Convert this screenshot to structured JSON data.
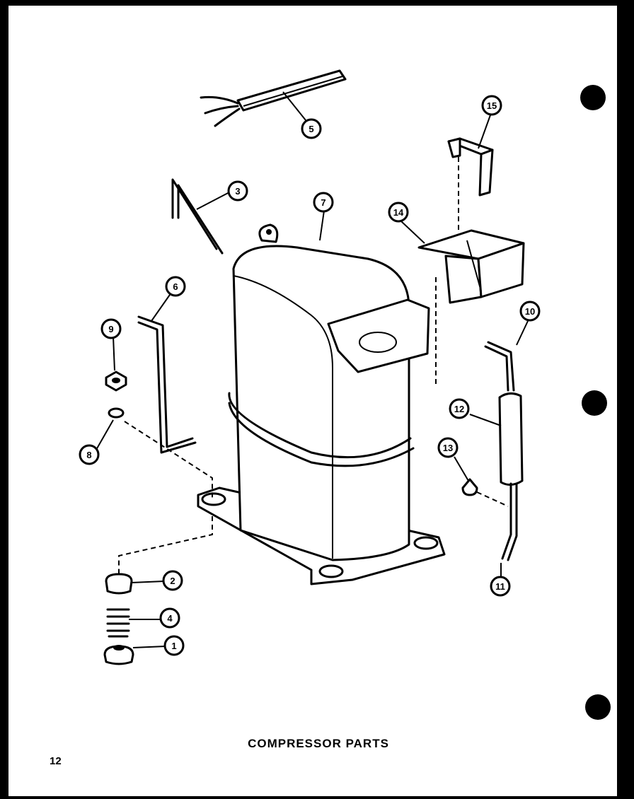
{
  "diagram": {
    "title": "COMPRESSOR PARTS",
    "page_number": "12",
    "callouts": [
      "1",
      "2",
      "3",
      "4",
      "5",
      "6",
      "7",
      "8",
      "9",
      "10",
      "11",
      "12",
      "13",
      "14",
      "15"
    ]
  }
}
